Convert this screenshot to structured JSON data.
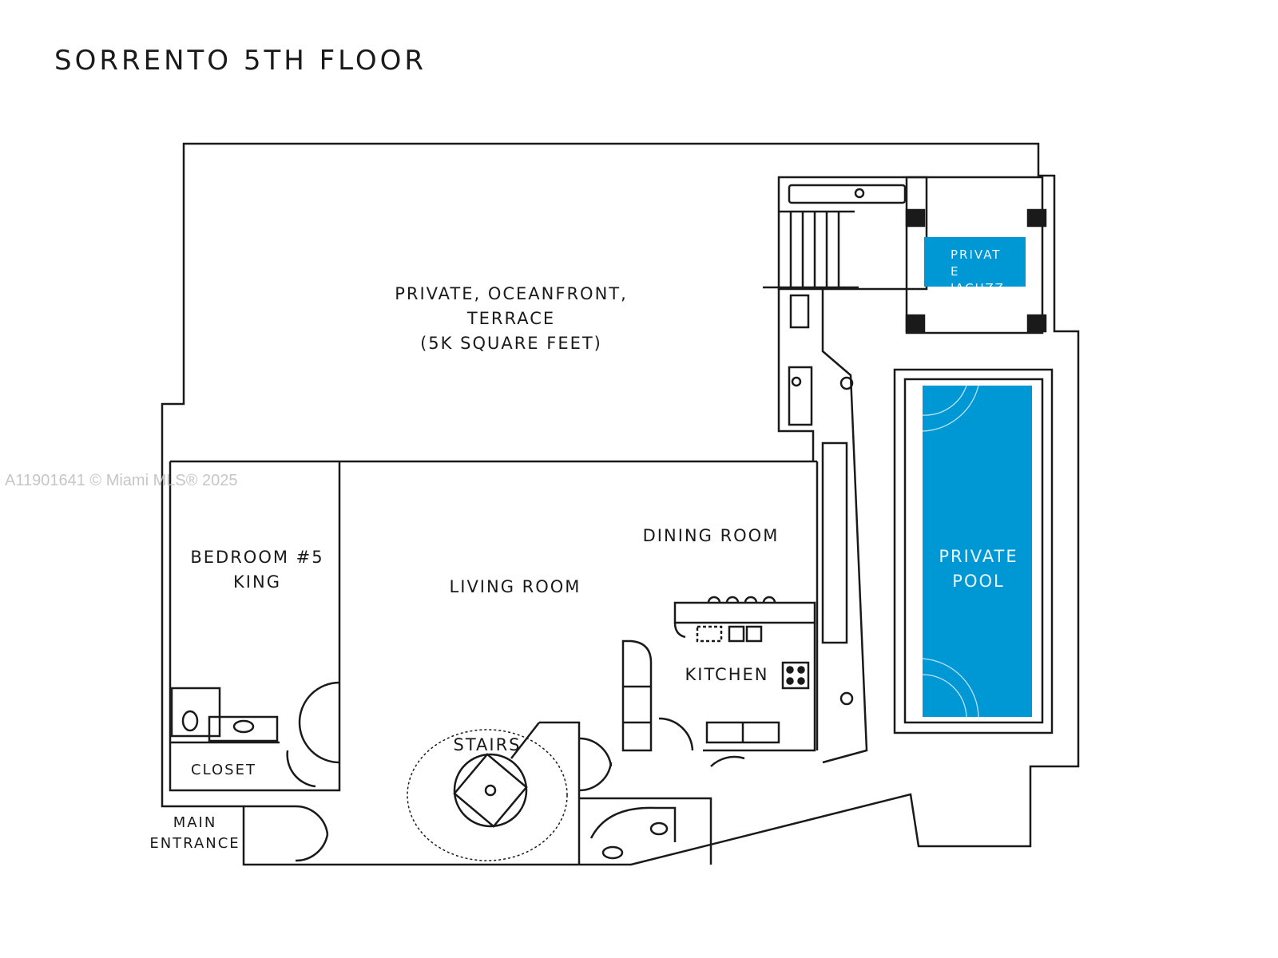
{
  "title": "SORRENTO 5TH FLOOR",
  "watermark": "A11901641 © Miami MLS® 2025",
  "colors": {
    "water": "#0098d4",
    "wall": "#1a1a1a",
    "background": "#ffffff"
  },
  "rooms": {
    "terrace": [
      "PRIVATE, OCEANFRONT,",
      "TERRACE",
      "(5K SQUARE FEET)"
    ],
    "bedroom": [
      "BEDROOM #5",
      "KING"
    ],
    "living": "LIVING ROOM",
    "dining": "DINING ROOM",
    "kitchen": "KITCHEN",
    "stairs": "STAIRS",
    "closet": "CLOSET",
    "entrance": [
      "MAIN",
      "ENTRANCE"
    ],
    "pool": [
      "PRIVATE",
      "POOL"
    ],
    "jacuzzi": [
      "PRIVAT",
      "E",
      "JACUZZ"
    ]
  }
}
